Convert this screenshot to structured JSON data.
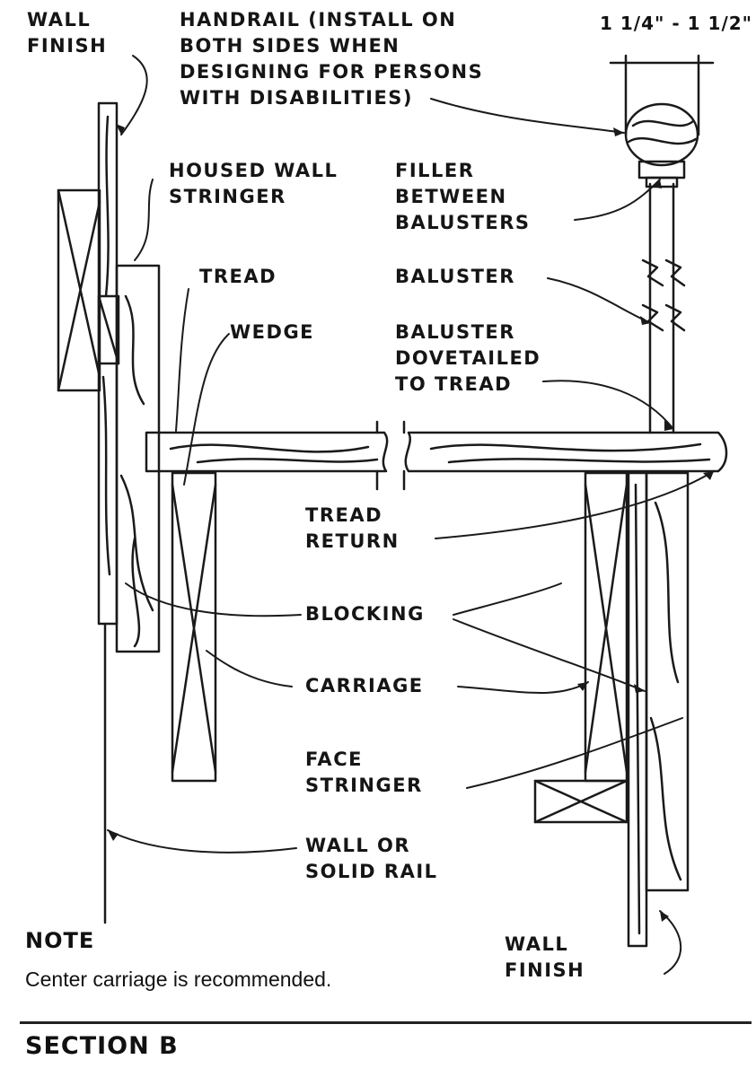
{
  "labels": {
    "wall_finish_top": "WALL\nFINISH",
    "handrail": "HANDRAIL (INSTALL ON\nBOTH SIDES WHEN\nDESIGNING FOR PERSONS\nWITH DISABILITIES)",
    "dimension": "1 1/4\" - 1 1/2\"",
    "housed_wall_stringer": "HOUSED WALL\nSTRINGER",
    "filler": "FILLER\nBETWEEN\nBALUSTERS",
    "tread": "TREAD",
    "baluster": "BALUSTER",
    "wedge": "WEDGE",
    "baluster_dovetailed": "BALUSTER\nDOVETAILED\nTO TREAD",
    "tread_return": "TREAD\nRETURN",
    "blocking": "BLOCKING",
    "carriage": "CARRIAGE",
    "face_stringer": "FACE\nSTRINGER",
    "wall_or_solid_rail": "WALL OR\nSOLID RAIL",
    "wall_finish_bottom": "WALL\nFINISH"
  },
  "note": {
    "heading": "NOTE",
    "text": "Center carriage is recommended."
  },
  "section_title": "SECTION B"
}
